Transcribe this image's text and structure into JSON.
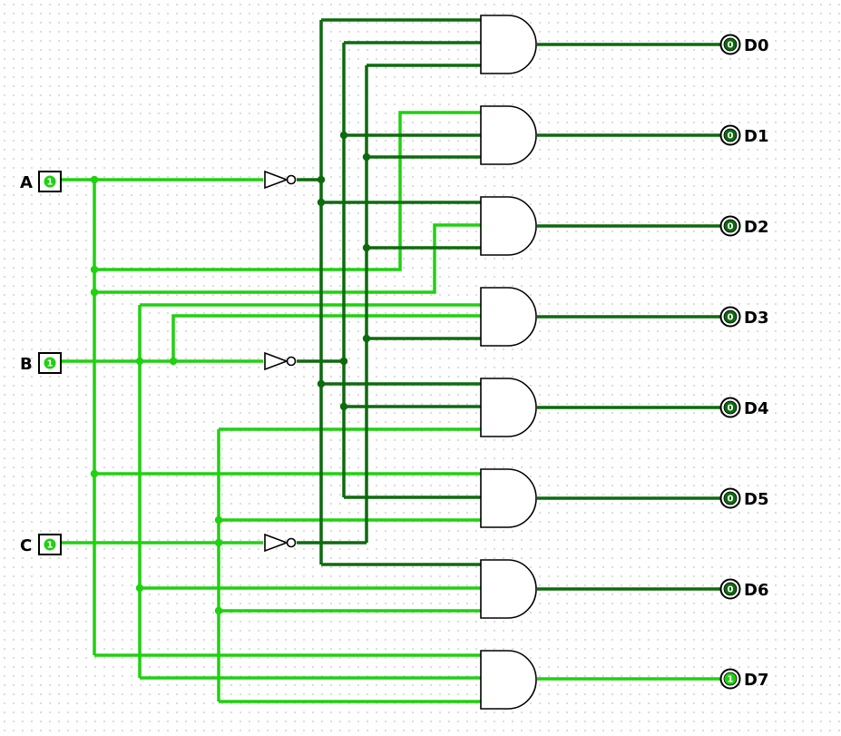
{
  "colors": {
    "wire_on": "#1fd10f",
    "wire_off": "#0d6b0d",
    "pin_on_fill": "#1fd10f",
    "pin_off_fill": "#0d6b0d",
    "gate_stroke": "#000000",
    "label_text": "#000000"
  },
  "inputs": [
    {
      "label": "A",
      "value": "1",
      "state": "on"
    },
    {
      "label": "B",
      "value": "1",
      "state": "on"
    },
    {
      "label": "C",
      "value": "1",
      "state": "on"
    }
  ],
  "outputs": [
    {
      "label": "D0",
      "value": "0",
      "state": "off"
    },
    {
      "label": "D1",
      "value": "0",
      "state": "off"
    },
    {
      "label": "D2",
      "value": "0",
      "state": "off"
    },
    {
      "label": "D3",
      "value": "0",
      "state": "off"
    },
    {
      "label": "D4",
      "value": "0",
      "state": "off"
    },
    {
      "label": "D5",
      "value": "0",
      "state": "off"
    },
    {
      "label": "D6",
      "value": "0",
      "state": "off"
    },
    {
      "label": "D7",
      "value": "1",
      "state": "on"
    }
  ],
  "gates": [
    {
      "type": "and",
      "inputs": [
        "A'",
        "B'",
        "C'"
      ],
      "output": "D0"
    },
    {
      "type": "and",
      "inputs": [
        "A",
        "B'",
        "C'"
      ],
      "output": "D1"
    },
    {
      "type": "and",
      "inputs": [
        "A'",
        "B",
        "C'"
      ],
      "output": "D2"
    },
    {
      "type": "and",
      "inputs": [
        "A",
        "B",
        "C'"
      ],
      "output": "D3"
    },
    {
      "type": "and",
      "inputs": [
        "A'",
        "B'",
        "C"
      ],
      "output": "D4"
    },
    {
      "type": "and",
      "inputs": [
        "A",
        "B'",
        "C"
      ],
      "output": "D5"
    },
    {
      "type": "and",
      "inputs": [
        "A'",
        "B",
        "C"
      ],
      "output": "D6"
    },
    {
      "type": "and",
      "inputs": [
        "A",
        "B",
        "C"
      ],
      "output": "D7"
    }
  ],
  "inverters": [
    {
      "input": "A",
      "output": "A'"
    },
    {
      "input": "B",
      "output": "B'"
    },
    {
      "input": "C",
      "output": "C'"
    }
  ]
}
